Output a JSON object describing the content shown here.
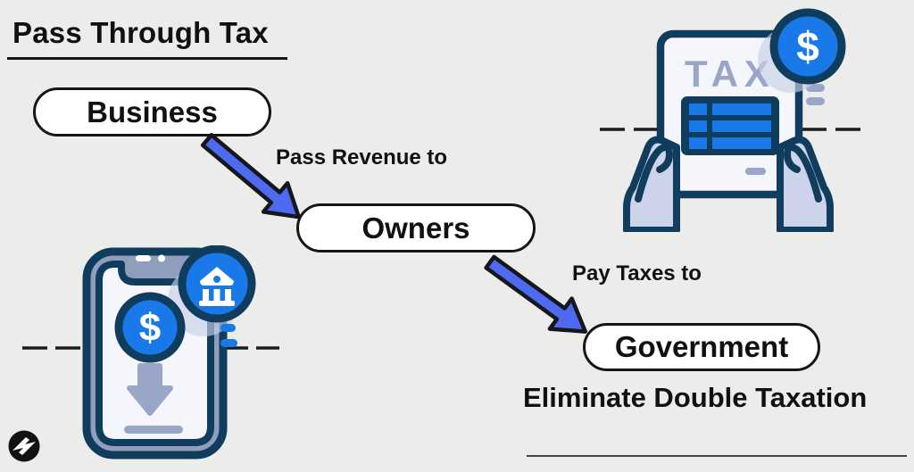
{
  "title": "Pass Through Tax",
  "flow": {
    "nodes": [
      {
        "label": "Business"
      },
      {
        "label": "Owners"
      },
      {
        "label": "Government"
      }
    ],
    "edges": [
      {
        "label": "Pass Revenue to"
      },
      {
        "label": "Pay Taxes to"
      }
    ],
    "footnote": "Eliminate Double Taxation"
  },
  "illustrations": {
    "tax_document": {
      "label": "TAX",
      "dollar": "$"
    },
    "phone": {
      "dollar": "$"
    }
  },
  "colors": {
    "background": "#ECEDEB",
    "arrow_blue": "#4E6AF0",
    "icon_blue": "#1A79E9",
    "navy": "#103C5E",
    "lavender": "#CCD3EA",
    "gray_blue": "#9AA6C8",
    "paper": "#F4F6FC",
    "phone_body": "#919DBD",
    "shadow": "#C9D0E6",
    "ink": "#111111"
  }
}
